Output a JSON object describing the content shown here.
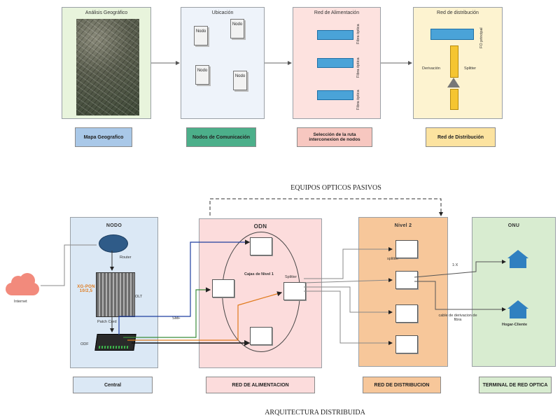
{
  "top": {
    "panels": [
      {
        "title": "Análisis Geográfico",
        "label": "Mapa Geografico",
        "color": "#e8f4dc",
        "label_color": "#a9c8e8"
      },
      {
        "title": "Ubicación",
        "label": "Nodos de Comunicación",
        "color": "#eef3fa",
        "label_color": "#4caf8a"
      },
      {
        "title": "Red de Alimentación",
        "label": "Selección de la ruta interconexion de nodos",
        "color": "#fde2df",
        "label_color": "#f7c7c0"
      },
      {
        "title": "Red de distribución",
        "label": "Red de Distribución",
        "color": "#fdf3d0",
        "label_color": "#fce3a0"
      }
    ],
    "nodes": [
      "Nodo",
      "Nodo",
      "Nodo",
      "Nodo"
    ],
    "fibra_labels": [
      "Fibra óptica",
      "Fibra óptica",
      "Fibra óptica"
    ],
    "distribution": {
      "fo_principal": "FO principal",
      "derivacion": "Derivación",
      "splitter": "Splitter"
    }
  },
  "captions": {
    "equipos": "EQUIPOS OPTICOS PASIVOS",
    "arquitectura": "ARQUITECTURA DISTRIBUIDA"
  },
  "bottom": {
    "nodo": {
      "title": "NODO",
      "router": "Router",
      "xgpon": "XG-PON 10/2,5",
      "olt": "OLT",
      "patch": "Patch Cord",
      "odf": "ODF",
      "internet": "Internet",
      "label": "Central"
    },
    "odn": {
      "title": "ODN",
      "cajas": "Cajas de Nivel 1",
      "splitter": "Splitter",
      "smf": "SMF",
      "label": "RED DE ALIMENTACION"
    },
    "nivel2": {
      "title": "Nivel 2",
      "splitter": "splitter",
      "label": "RED DE DISTRIBUCION"
    },
    "onu": {
      "title": "ONU",
      "ratio": "1:X",
      "cable": "cable de derivacion de fibra",
      "hogar": "Hogar-Cliente",
      "label": "TERMINAL DE RED OPTICA"
    }
  },
  "colors": {
    "blue_fiber": "#1f3fa0",
    "green_fiber": "#3b8d3b",
    "orange_fiber": "#e07a1c",
    "black_fiber": "#111111",
    "onu_green": "#d8ecd0",
    "nivel2_orange": "#f7c79a"
  }
}
